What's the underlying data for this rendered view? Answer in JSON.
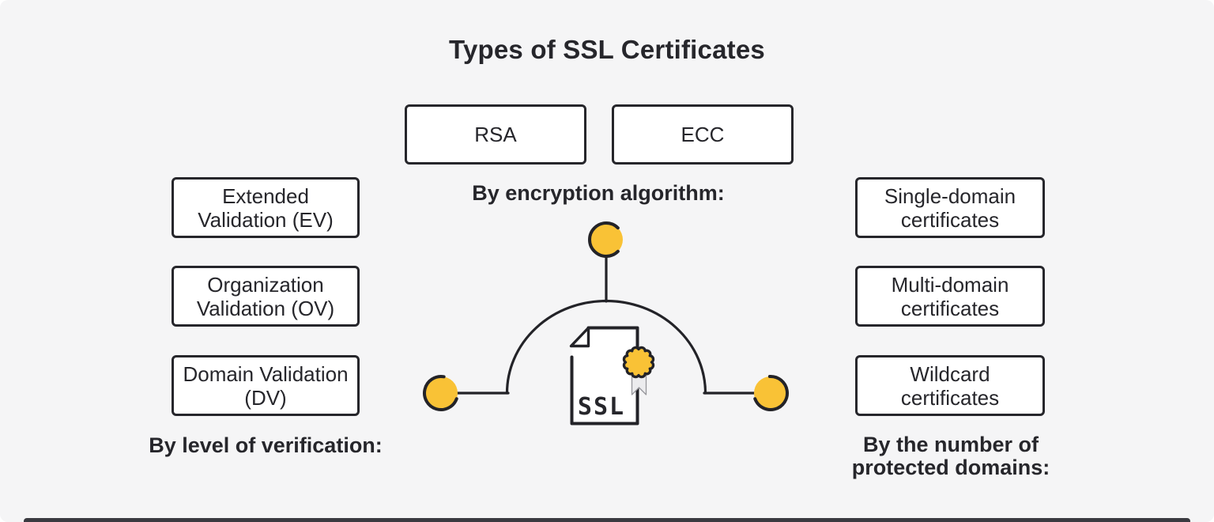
{
  "title": "Types of SSL Certificates",
  "colors": {
    "background": "#F5F5F6",
    "ink": "#26262B",
    "stroke": "#232328",
    "accent_yellow": "#F9C236",
    "box_background": "#FFFFFF",
    "ribbon_gray": "#ECECEE",
    "bottom_divider": "#3A3A40"
  },
  "groups": {
    "encryption": {
      "label": "By encryption algorithm:",
      "items": [
        "RSA",
        "ECC"
      ]
    },
    "verification": {
      "label": "By level of verification:",
      "items": [
        "Extended Validation (EV)",
        "Organization Validation (OV)",
        "Domain Validation (DV)"
      ]
    },
    "domains": {
      "label": "By the number of protected domains:",
      "items": [
        "Single-domain certificates",
        "Multi-domain certificates",
        "Wildcard certificates"
      ]
    }
  },
  "illustration": {
    "ssl_label": "SSL",
    "icons": {
      "certificate-icon": "document sheet with folded corner",
      "award-seal-icon": "yellow scalloped rosette with ribbon",
      "node-icon": "yellow circle with open black ring"
    }
  }
}
